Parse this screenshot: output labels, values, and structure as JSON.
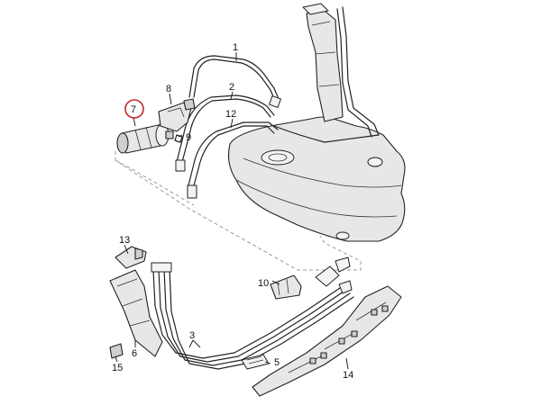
{
  "diagram": {
    "accent_color": "#c62828",
    "highlighted_callout": "7",
    "callouts": [
      {
        "id": "1",
        "label": "1"
      },
      {
        "id": "2",
        "label": "2"
      },
      {
        "id": "3",
        "label": "3"
      },
      {
        "id": "5",
        "label": "5"
      },
      {
        "id": "6",
        "label": "6"
      },
      {
        "id": "7",
        "label": "7"
      },
      {
        "id": "8",
        "label": "8"
      },
      {
        "id": "9",
        "label": "9"
      },
      {
        "id": "10",
        "label": "10"
      },
      {
        "id": "12",
        "label": "12"
      },
      {
        "id": "13",
        "label": "13"
      },
      {
        "id": "14",
        "label": "14"
      },
      {
        "id": "15",
        "label": "15"
      }
    ]
  }
}
